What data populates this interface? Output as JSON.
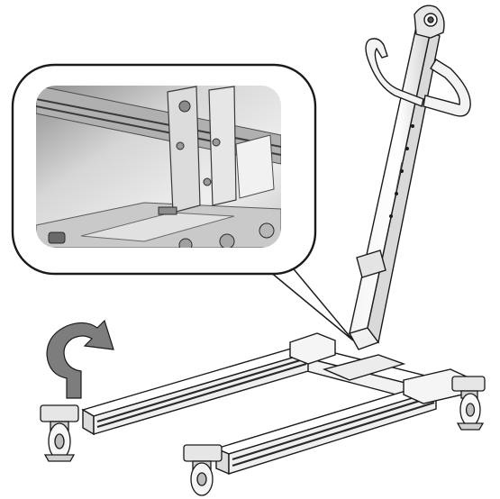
{
  "illustration": {
    "subject": "patient-lift-base-assembly",
    "colors": {
      "background": "#ffffff",
      "line": "#1a1a1a",
      "metal_light": "#e9e9e9",
      "metal_mid": "#bdbdbd",
      "metal_dark": "#7a7a7a",
      "rail_slot": "#2a2a2a",
      "arrow_fill": "#7d7d7d",
      "detail_bg": "#cfcfcf"
    },
    "icons": [
      "rotate-arrow-icon",
      "detail-callout-bubble",
      "caster-wheel"
    ]
  }
}
